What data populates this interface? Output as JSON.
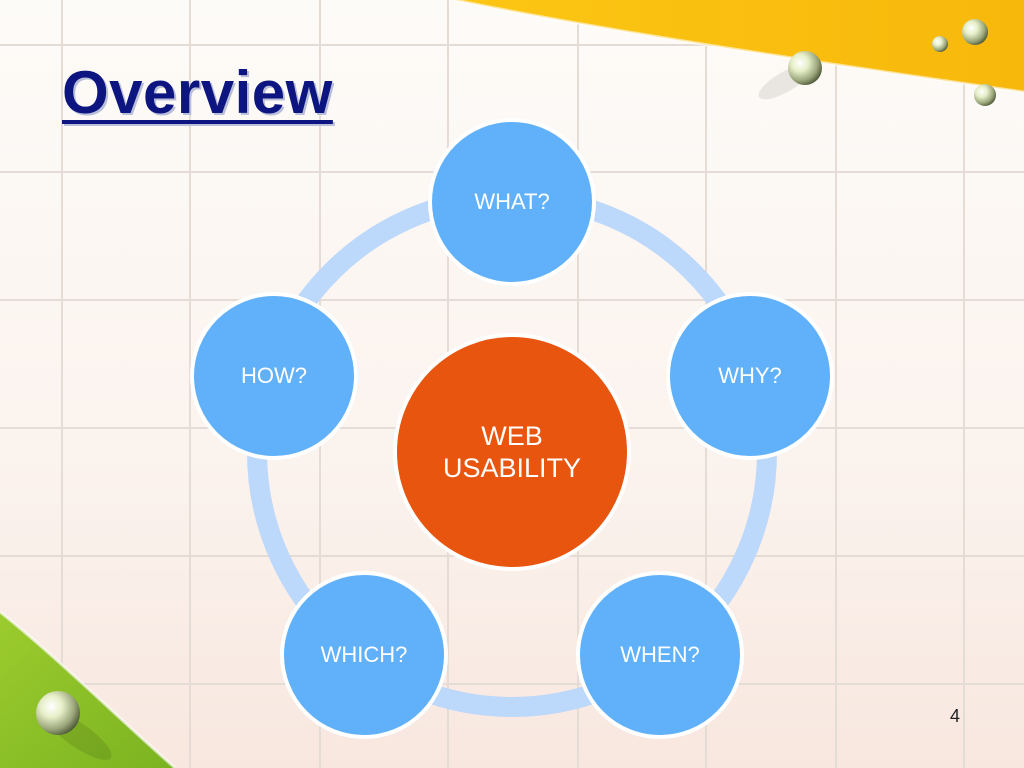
{
  "slide": {
    "title": "Overview",
    "page_number": "4"
  },
  "diagram": {
    "center": {
      "line1": "WEB",
      "line2": "USABILITY",
      "color": "#e8550f"
    },
    "nodes": [
      {
        "label": "WHAT?"
      },
      {
        "label": "WHY?"
      },
      {
        "label": "WHEN?"
      },
      {
        "label": "WHICH?"
      },
      {
        "label": "HOW?"
      }
    ],
    "node_color": "#60b1fa",
    "ring_color": "#bcd8fb"
  },
  "theme": {
    "title_color": "#0c1580",
    "accent_yellow": "#fcc614",
    "accent_green": "#8ec226",
    "grid_color": "#e6dcd6"
  }
}
